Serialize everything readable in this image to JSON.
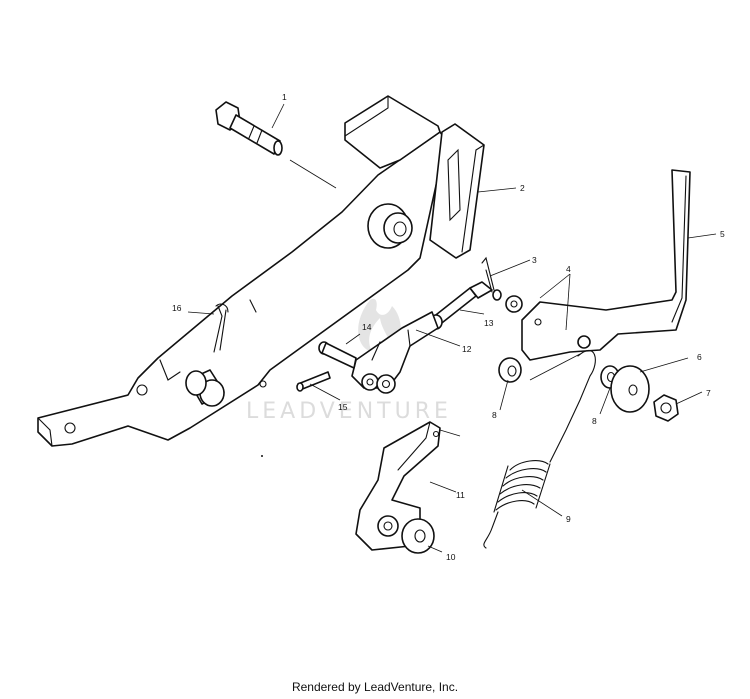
{
  "diagram": {
    "callouts": [
      {
        "id": "1",
        "label": "1"
      },
      {
        "id": "2",
        "label": "2"
      },
      {
        "id": "3",
        "label": "3"
      },
      {
        "id": "4",
        "label": "4"
      },
      {
        "id": "5",
        "label": "5"
      },
      {
        "id": "6",
        "label": "6"
      },
      {
        "id": "7",
        "label": "7"
      },
      {
        "id": "8a",
        "label": "8"
      },
      {
        "id": "8b",
        "label": "8"
      },
      {
        "id": "9",
        "label": "9"
      },
      {
        "id": "10",
        "label": "10"
      },
      {
        "id": "11",
        "label": "11"
      },
      {
        "id": "12",
        "label": "12"
      },
      {
        "id": "13",
        "label": "13"
      },
      {
        "id": "14",
        "label": "14"
      },
      {
        "id": "15",
        "label": "15"
      },
      {
        "id": "16",
        "label": "16"
      }
    ],
    "watermark": {
      "text": "LEADVENTURE",
      "icon": "flame-logo-icon"
    }
  },
  "footer": {
    "text": "Rendered by LeadVenture, Inc."
  }
}
